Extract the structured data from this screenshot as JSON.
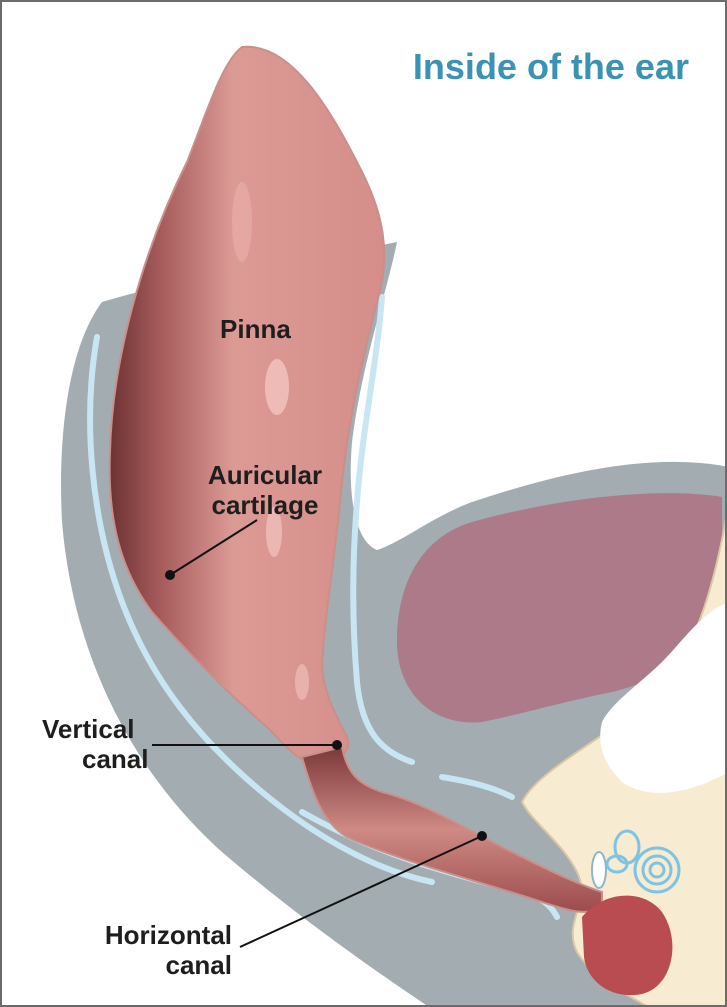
{
  "title": "Inside of the ear",
  "labels": {
    "pinna": "Pinna",
    "auricular_line1": "Auricular",
    "auricular_line2": "cartilage",
    "vertical_line1": "Vertical",
    "vertical_line2": "canal",
    "horizontal_line1": "Horizontal",
    "horizontal_line2": "canal"
  },
  "colors": {
    "title": "#3a93b4",
    "head_tissue": "#a3acb1",
    "ear_flesh": "#dc9a95",
    "ear_shadow": "#7a3a3a",
    "cartilage_line": "#c7e5f3",
    "brain": "#ad7a8a",
    "bone": "#f7ebd2",
    "middle_ear": "#b84c51",
    "inner_ear": "#7fc3e3"
  }
}
